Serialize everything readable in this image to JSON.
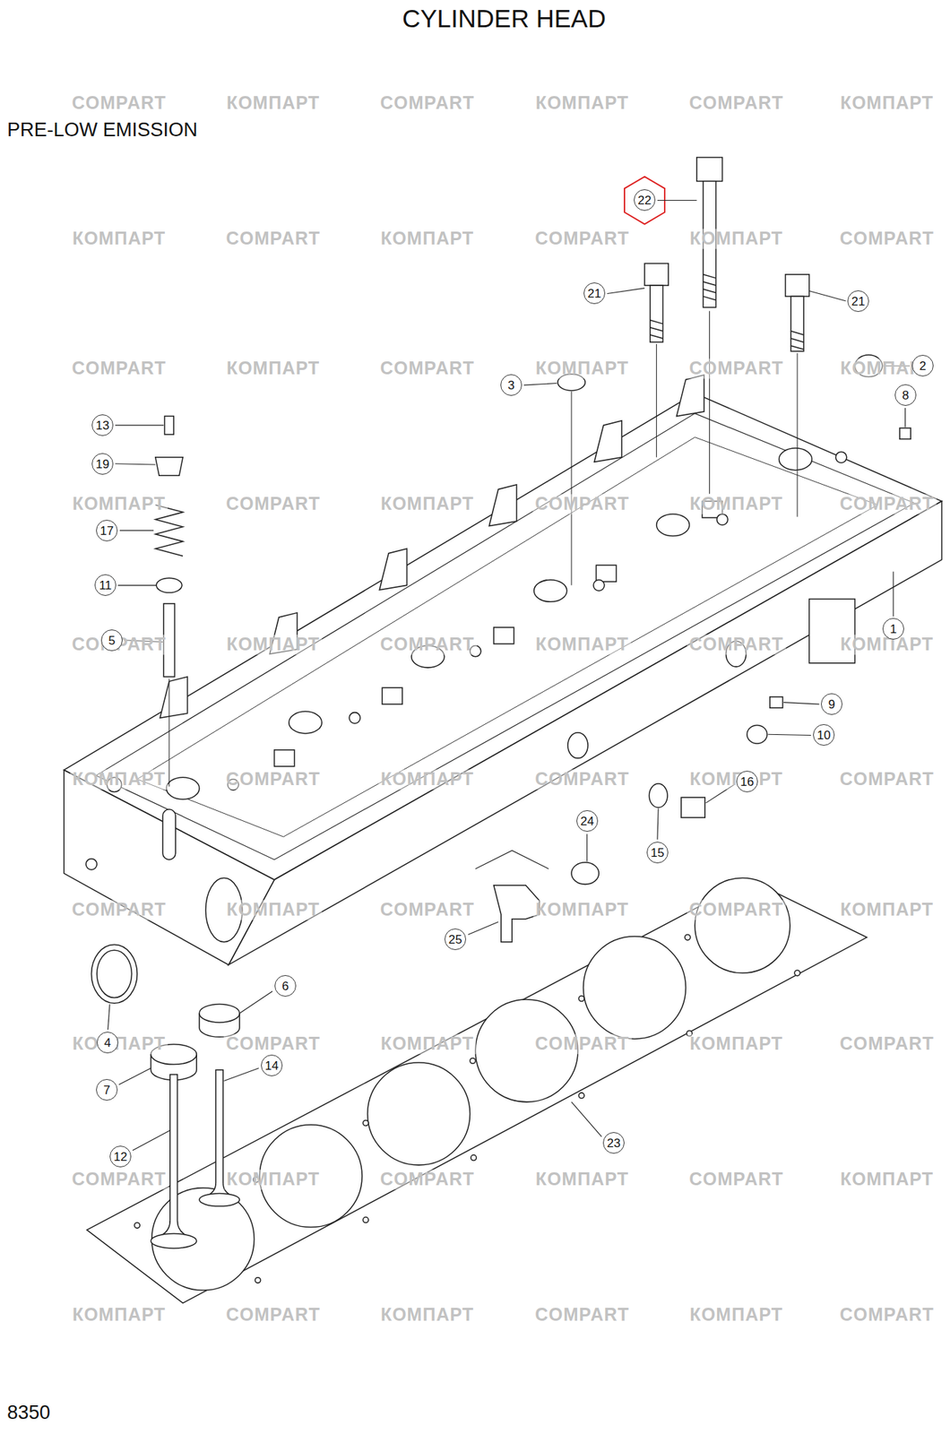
{
  "diagram": {
    "title": "CYLINDER HEAD",
    "labels": [
      "PRE-LOW EMISSION",
      "22",
      "21",
      "21",
      "2",
      "3",
      "8",
      "13",
      "19",
      "1",
      "17",
      "11",
      "5",
      "9",
      "10",
      "16",
      "24",
      "15",
      "25",
      "6",
      "4",
      "14",
      "7",
      "12",
      "23",
      "8350",
      "COMPART",
      "КОМПАРТ",
      "COMPART",
      "КОМПАРТ",
      "COMPART",
      "КОМПАРТ",
      "КОМПАРТ",
      "COMPART",
      "КОМПАРТ",
      "COMPART",
      "КОМПАРТ",
      "COMPART",
      "COMPART",
      "КОМПАРТ",
      "COMPART",
      "КОМПАРТ",
      "COMPART",
      "КОМПАРТ",
      "КОМПАРТ",
      "COMPART",
      "КОМПАРТ",
      "COMPART",
      "КОМПАРТ",
      "COMPART",
      "COMPART",
      "КОМПАРТ",
      "COMPART",
      "КОМПАРТ",
      "COMPART",
      "КОМПАРТ",
      "КОМПАРТ",
      "COMPART",
      "КОМПАРТ",
      "COMPART",
      "КОМПАРТ",
      "COMPART",
      "COMPART",
      "КОМПАРТ",
      "COMPART",
      "КОМПАРТ",
      "COMPART",
      "КОМПАРТ",
      "КОМПАРТ",
      "COMPART",
      "КОМПАРТ",
      "COMPART",
      "КОМПАРТ",
      "COMPART",
      "COMPART",
      "КОМПАРТ",
      "COMPART",
      "КОМПАРТ",
      "COMPART",
      "КОМПАРТ",
      "КОМПАРТ",
      "COMPART",
      "КОМПАРТ",
      "COMPART",
      "КОМПАРТ",
      "COMPART"
    ]
  }
}
